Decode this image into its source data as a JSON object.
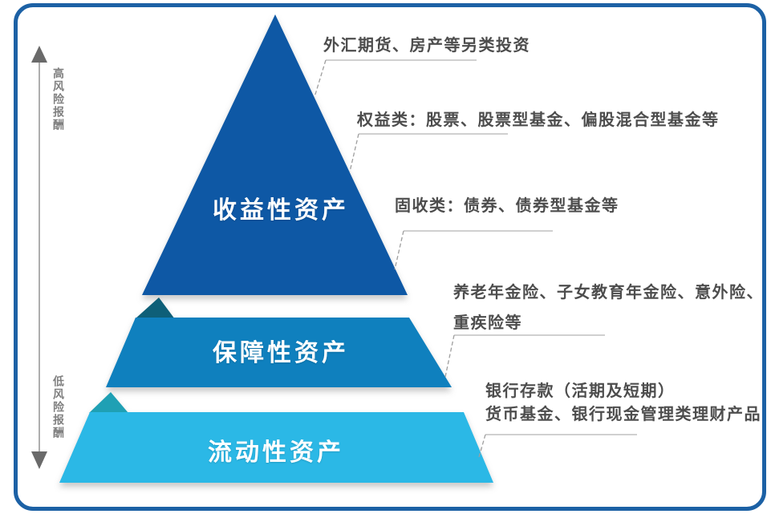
{
  "diagram": {
    "kind": "asset-allocation-pyramid",
    "frame_border_color": "#1c61a5",
    "background_color": "#ffffff"
  },
  "risk_axis": {
    "high_label": "高风险报酬",
    "low_label": "低风险报酬",
    "arrow_color": "#6a6a6a",
    "label_color": "#808080"
  },
  "pyramid": {
    "tiers": [
      {
        "label": "收益性资产",
        "color": "#0e58a5",
        "fold_color": ""
      },
      {
        "label": "保障性资产",
        "color": "#0f80be",
        "fold_color": "#0e5f78"
      },
      {
        "label": "流动性资产",
        "color": "#2bb8e6",
        "fold_color": "#1fa0b4"
      }
    ],
    "label_text_color": "#ffffff"
  },
  "callouts": [
    {
      "tier": "收益性资产",
      "lines": [
        "外汇期货、房产等另类投资"
      ]
    },
    {
      "tier": "收益性资产",
      "lines": [
        "权益类：股票、股票型基金、偏股混合型基金等"
      ]
    },
    {
      "tier": "收益性资产",
      "lines": [
        "固收类：债券、债券型基金等"
      ]
    },
    {
      "tier": "保障性资产",
      "lines": [
        "养老年金险、子女教育年金险、意外险、",
        "重疾险等"
      ]
    },
    {
      "tier": "流动性资产",
      "lines": [
        "银行存款（活期及短期）",
        "货币基金、银行现金管理类理财产品"
      ]
    }
  ],
  "leader_line_color": "#9e9e9e",
  "callout_text_color": "#4d4d4d"
}
